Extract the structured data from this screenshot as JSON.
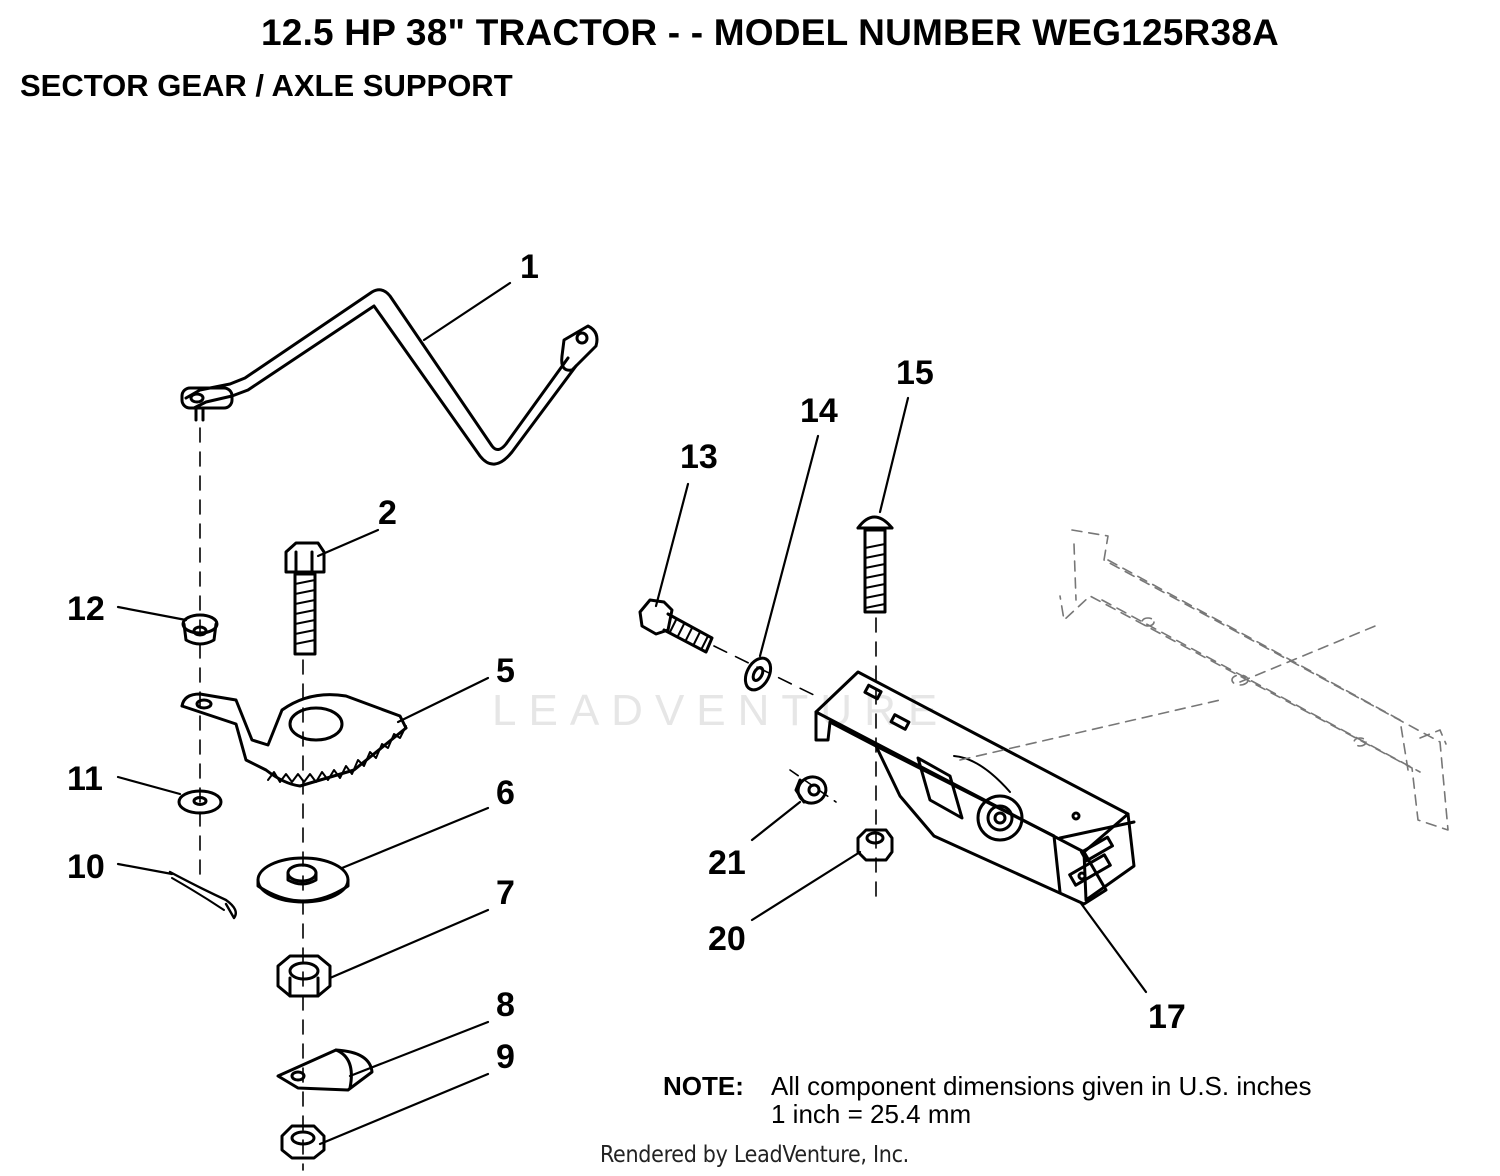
{
  "header": {
    "title": "12.5 HP 38\" TRACTOR - - MODEL NUMBER WEG125R38A",
    "subtitle": "SECTOR GEAR / AXLE SUPPORT"
  },
  "callouts": {
    "c1": "1",
    "c2": "2",
    "c5": "5",
    "c6": "6",
    "c7": "7",
    "c8": "8",
    "c9": "9",
    "c10": "10",
    "c11": "11",
    "c12": "12",
    "c13": "13",
    "c14": "14",
    "c15": "15",
    "c17": "17",
    "c20": "20",
    "c21": "21"
  },
  "note": {
    "label": "NOTE:",
    "line1": "All component dimensions given in U.S. inches",
    "line2": "1 inch = 25.4 mm"
  },
  "watermark": "LEADVENTURE",
  "footer": "Rendered by LeadVenture, Inc."
}
